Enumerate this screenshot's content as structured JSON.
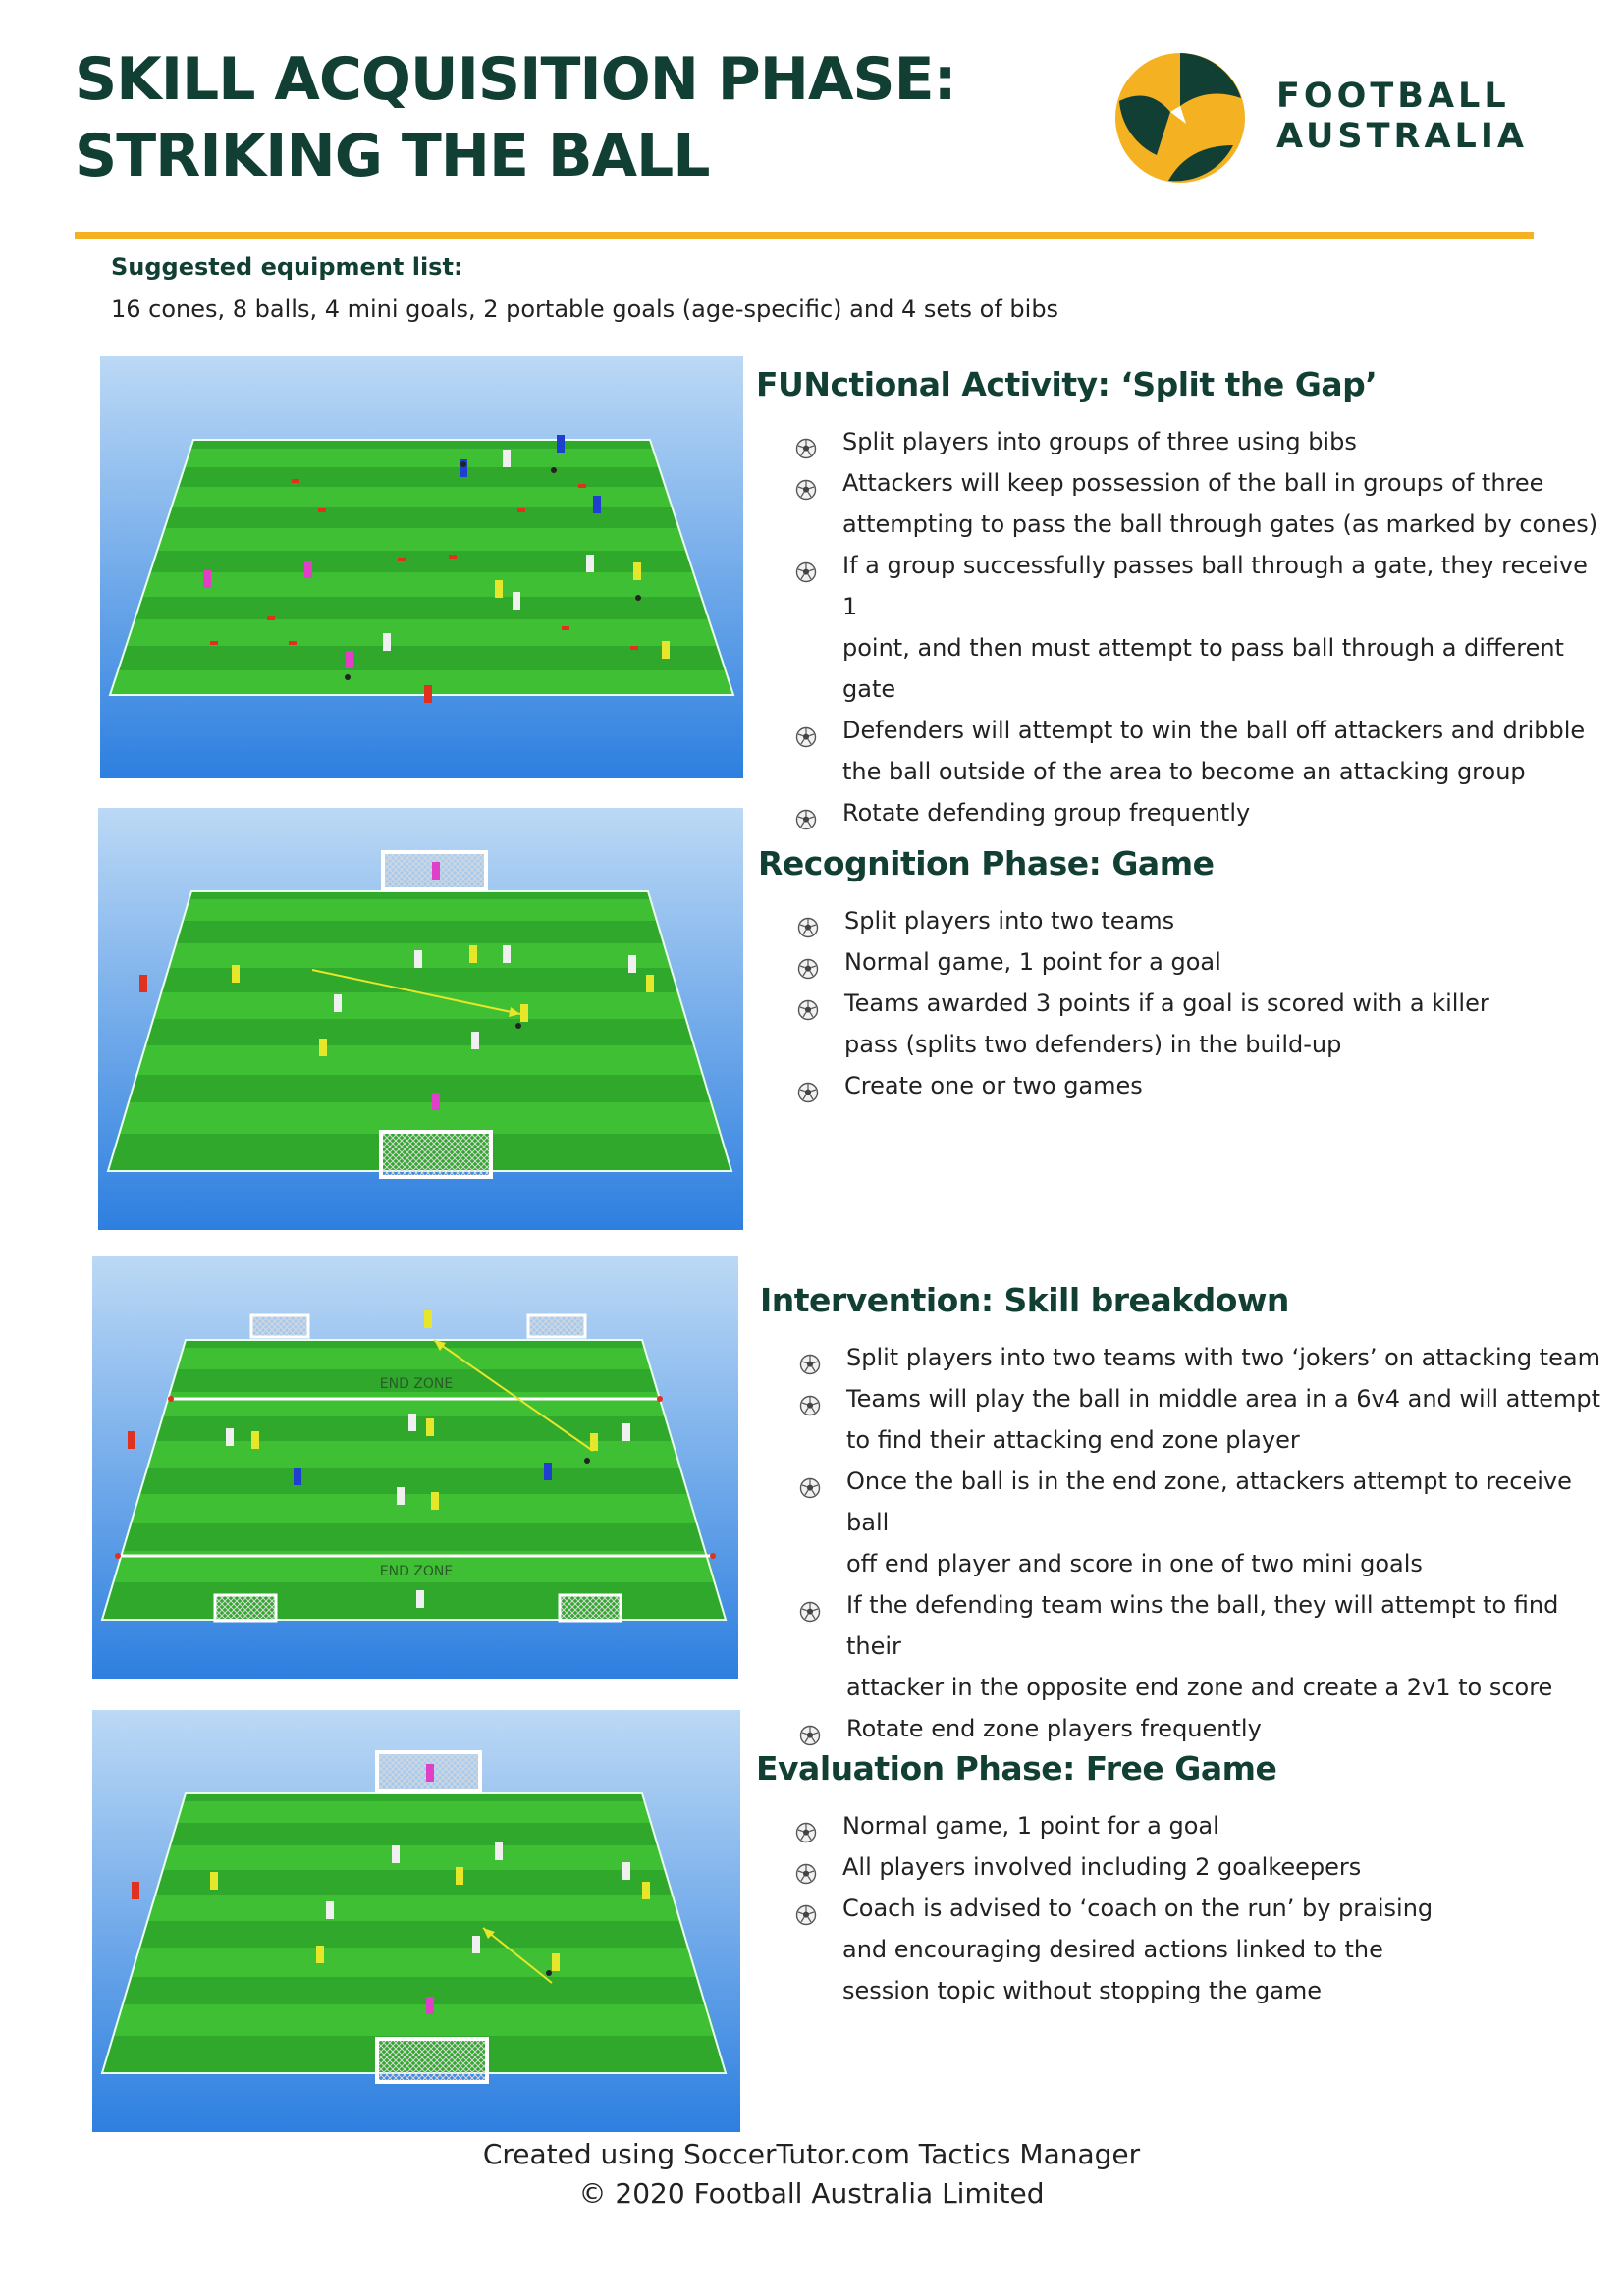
{
  "title": {
    "line1": "SKILL ACQUISITION PHASE:",
    "line2": "STRIKING THE BALL"
  },
  "logo": {
    "line1": "FOOTBALL",
    "line2": "AUSTRALIA"
  },
  "colors": {
    "brand_green": "#123f33",
    "accent_gold": "#f4b223",
    "pitch_green": "#2fa82c",
    "water_blue": "#2d7fe0"
  },
  "equipment": {
    "title": "Suggested equipment list:",
    "text": "16 cones, 8 balls, 4 mini goals, 2 portable goals (age-specific) and 4 sets of bibs"
  },
  "sections": [
    {
      "title": "FUNctional Activity: ‘Split the Gap’",
      "bullets": [
        "Split players into groups of three using bibs",
        "Attackers will keep possession of the ball in groups of three",
        "attempting to pass the ball through gates (as marked by cones)",
        "If a group successfully passes ball through a gate, they receive 1",
        "point, and then must attempt to pass ball through a different gate",
        "Defenders will attempt to win the ball off attackers and dribble",
        "the ball outside of the area to become an attacking group",
        "Rotate defending group frequently"
      ],
      "bullet_marks": [
        true,
        true,
        false,
        true,
        false,
        true,
        false,
        true
      ]
    },
    {
      "title": "Recognition Phase: Game",
      "bullets": [
        "Split players into two teams",
        "Normal game, 1 point for a goal",
        "Teams awarded 3 points if a goal is scored with a killer",
        "pass (splits two defenders) in the build-up",
        "Create one or two games"
      ],
      "bullet_marks": [
        true,
        true,
        true,
        false,
        true
      ]
    },
    {
      "title": "Intervention: Skill breakdown",
      "bullets": [
        "Split players into two teams with two ‘jokers’ on attacking team",
        "Teams will play the ball in middle area in a 6v4 and will attempt",
        "to find their attacking end zone player",
        "Once the ball is in the end zone, attackers attempt to receive ball",
        "off end player and score in one of two mini goals",
        "If the defending team wins the ball, they will attempt to find their",
        "attacker in the opposite end zone and create a 2v1 to score",
        "Rotate end zone players frequently"
      ],
      "bullet_marks": [
        true,
        true,
        false,
        true,
        false,
        true,
        false,
        true
      ]
    },
    {
      "title": "Evaluation Phase: Free Game",
      "bullets": [
        "Normal game, 1 point for a goal",
        "All players involved including 2 goalkeepers",
        "Coach is advised to ‘coach on the run’ by praising",
        "and encouraging desired actions linked to the",
        "session topic without stopping the game"
      ],
      "bullet_marks": [
        true,
        true,
        true,
        false,
        false
      ]
    }
  ],
  "diagram3": {
    "end_zone_top": "END ZONE",
    "end_zone_bottom": "END ZONE"
  },
  "footer": {
    "line1": "Created using SoccerTutor.com Tactics Manager",
    "line2": "© 2020 Football Australia Limited"
  }
}
